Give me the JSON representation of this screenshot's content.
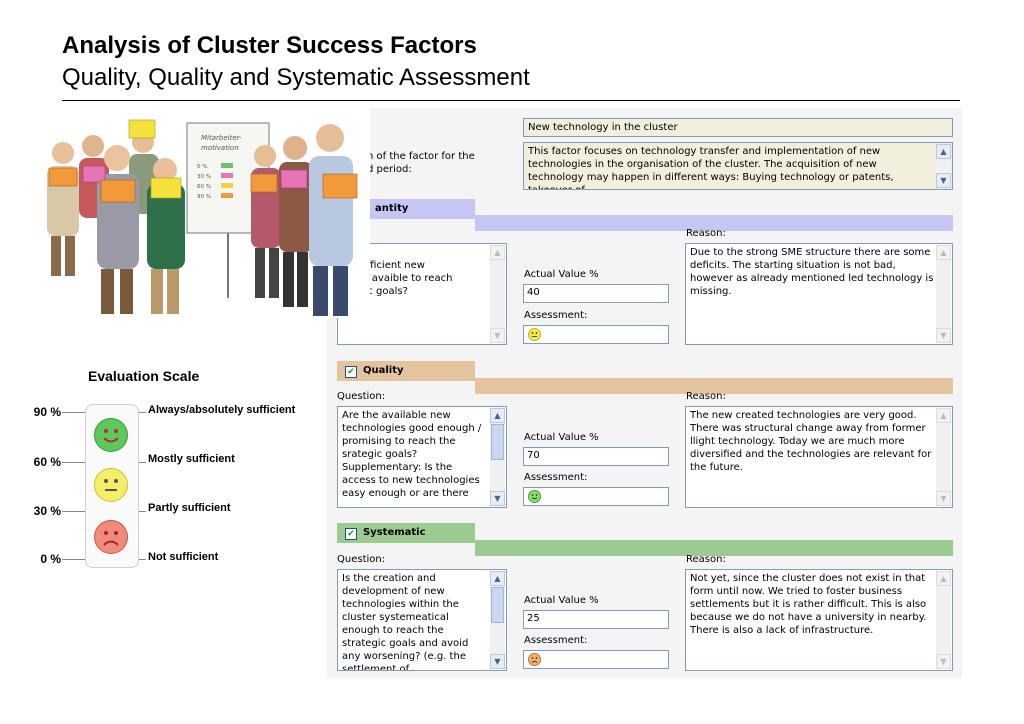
{
  "header": {
    "title": "Analysis of Cluster Success Factors",
    "subtitle": "Quality, Quality and Systematic Assessment"
  },
  "factor": {
    "name": "New technology in the cluster",
    "desc_label": "n of the factor for the\nd period:",
    "description": "This factor focuses on technology transfer and implementation of new technologies in the organisation of the cluster. The acquisition of new technology may happen in different ways: Buying technology or patents, takeover of"
  },
  "illustration": {
    "chart_title": "Mitarbeiter-\nmotivation",
    "chart_rows": [
      "0 %",
      "30 %",
      "60 %",
      "90 %"
    ]
  },
  "sections": [
    {
      "name": "antity",
      "checked": false,
      "color": "#c6c6f4",
      "question_label": "n:",
      "question": "re sufficient new\nogies avaible to reach\nategic goals?",
      "actual_label": "Actual Value %",
      "actual_value": "40",
      "assessment_label": "Assessment:",
      "assessment": "neutral",
      "reason_label": "Reason:",
      "reason": "Due to the strong SME structure there are some deficits. The starting situation is not bad, however as already mentioned led technology is missing."
    },
    {
      "name": "Quality",
      "checked": true,
      "color": "#e4c49e",
      "question_label": "Question:",
      "question": "Are the available new technologies good enough / promising to reach the srategic goals? Supplementary: Is the access to new technologies easy enough or are there",
      "actual_label": "Actual Value %",
      "actual_value": "70",
      "assessment_label": "Assessment:",
      "assessment": "happy",
      "reason_label": "Reason:",
      "reason": "The new created technologies are very good. There was structural change away from former llight technology. Today we are much more diversified and the technologies are relevant for the future."
    },
    {
      "name": "Systematic",
      "checked": true,
      "color": "#9ccb92",
      "question_label": "Question:",
      "question": "Is the creation and development of new technologies within the cluster systemeatical enough to reach the strategic goals and avoid any worsening? (e.g. the settlement of",
      "actual_label": "Actual Value %",
      "actual_value": "25",
      "assessment_label": "Assessment:",
      "assessment": "sad",
      "reason_label": "Reason:",
      "reason": "Not yet, since the cluster does not exist in that form until now. We tried to foster business settlements but it is rather difficult. This is also because we do not have a university in nearby. There is also a lack of infrastructure."
    }
  ],
  "scale": {
    "title": "Evaluation Scale",
    "levels": [
      {
        "pct": "90 %",
        "label": "Always/absolutely sufficient"
      },
      {
        "pct": "60 %",
        "label": "Mostly sufficient"
      },
      {
        "pct": "30 %",
        "label": "Partly sufficient"
      },
      {
        "pct": "0 %",
        "label": "Not sufficient"
      }
    ],
    "faces": [
      {
        "mood": "happy",
        "color": "#5cc95c"
      },
      {
        "mood": "neutral",
        "color": "#f4ef6a"
      },
      {
        "mood": "sad",
        "color": "#f08a7a"
      }
    ]
  }
}
